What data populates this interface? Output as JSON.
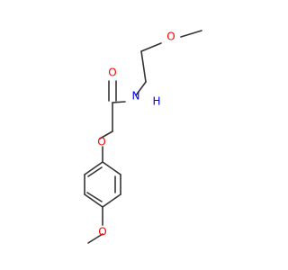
{
  "molecule": {
    "atoms": {
      "o_methoxy_top": "O",
      "n_amide": "N",
      "h_amide": "H",
      "o_carbonyl": "O",
      "o_ether": "O",
      "o_methoxy_bottom": "O"
    },
    "colors": {
      "bond": "#333333",
      "oxygen": "#ff0000",
      "nitrogen": "#0000ff"
    }
  }
}
